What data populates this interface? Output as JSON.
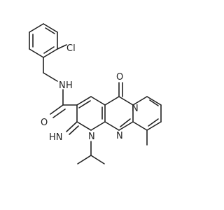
{
  "structure": {
    "atoms": {
      "chlorine": "Cl",
      "amide_n": "N",
      "amide_h": "H",
      "carbonyl_o": "O",
      "ring_carbonyl_o": "O",
      "bridge_n": "N",
      "pyridine_n": "N",
      "imino_label": "HN",
      "ring_n_isopropyl": "N",
      "pyrimidine_n": "N"
    },
    "colors": {
      "bond": "#222222",
      "text": "#222222",
      "background": "#ffffff"
    }
  }
}
